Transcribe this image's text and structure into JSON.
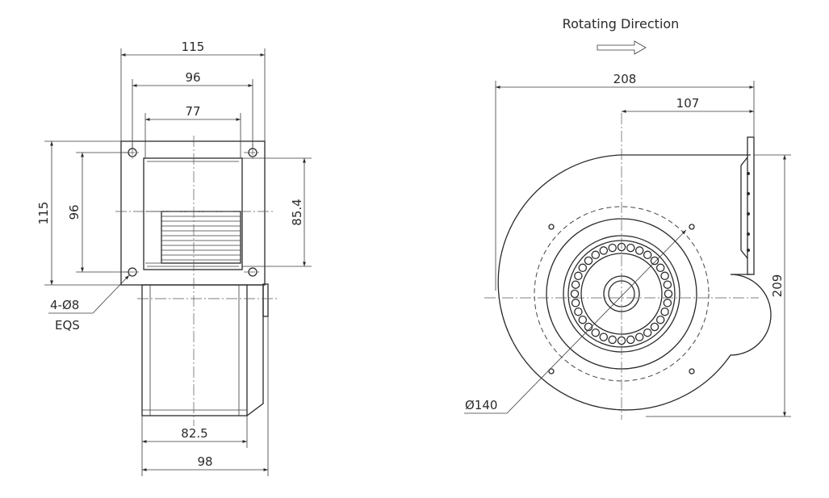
{
  "side_view": {
    "width_overall": "115",
    "width_holes": "96",
    "width_inlet": "77",
    "height_overall": "115",
    "height_holes": "96",
    "height_inlet": "85.4",
    "body_width": "82.5",
    "body_width_overall": "98",
    "holes_note_line1": "4-Ø8",
    "holes_note_line2": "EQS"
  },
  "front_view": {
    "rotation_label": "Rotating Direction",
    "width_overall": "208",
    "width_center_to_outlet": "107",
    "height_overall": "209",
    "diameter": "Ø140"
  }
}
